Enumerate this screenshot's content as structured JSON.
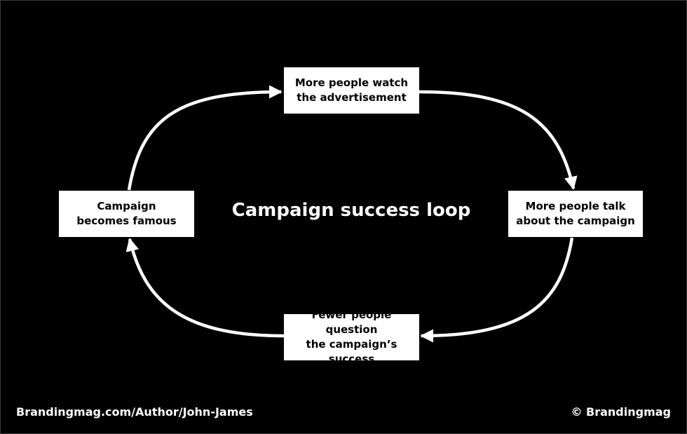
{
  "diagram": {
    "title": "Campaign success loop",
    "nodes": {
      "top": [
        "More people watch",
        "the advertisement"
      ],
      "right": [
        "More people talk",
        "about the campaign"
      ],
      "bottom": [
        "Fewer people question",
        "the campaign’s success"
      ],
      "left": [
        "Campaign",
        "becomes famous"
      ]
    }
  },
  "footer": {
    "left_text": "Brandingmag.com/Author/John-James",
    "right_text": "© Brandingmag"
  },
  "colors": {
    "background": "#000000",
    "foreground": "#ffffff",
    "node_text": "#000000"
  }
}
